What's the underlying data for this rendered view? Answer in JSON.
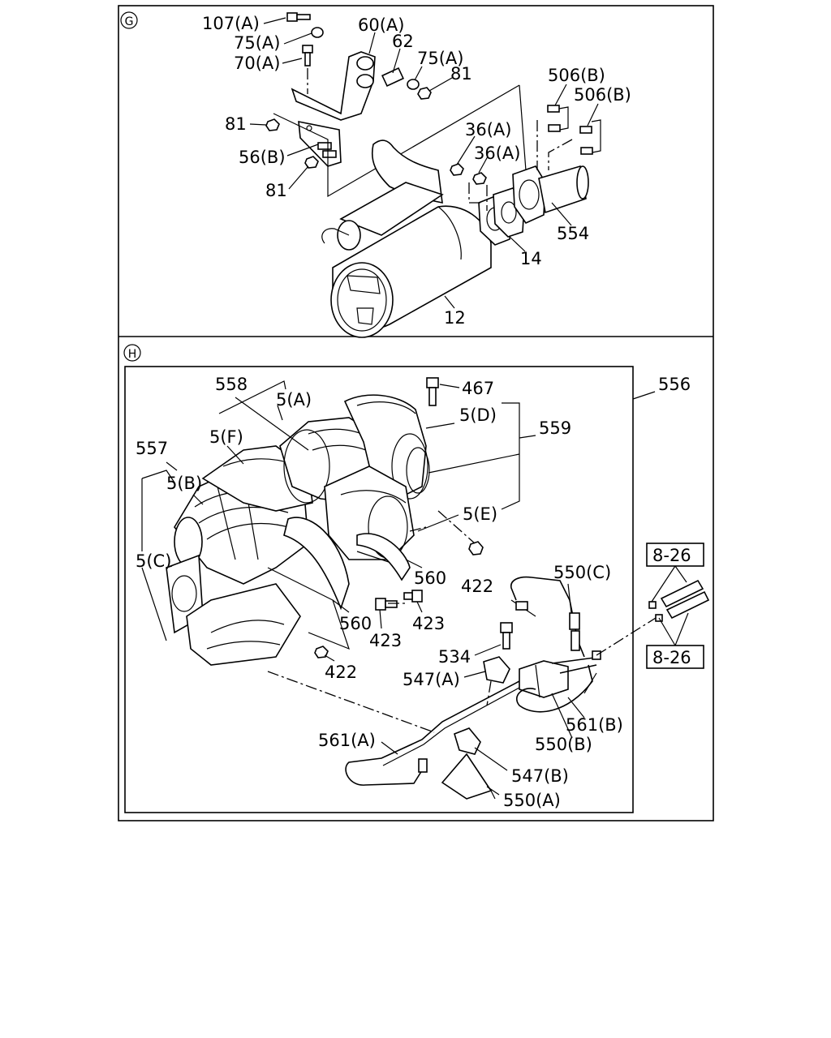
{
  "sections": {
    "g": {
      "marker": "G"
    },
    "h": {
      "marker": "H"
    }
  },
  "labels_g": {
    "l107a": "107(A)",
    "l75a_1": "75(A)",
    "l70a": "70(A)",
    "l60a": "60(A)",
    "l62": "62",
    "l75a_2": "75(A)",
    "l81_1": "81",
    "l81_2": "81",
    "l56b": "56(B)",
    "l81_3": "81",
    "l36a_1": "36(A)",
    "l36a_2": "36(A)",
    "l506b_1": "506(B)",
    "l506b_2": "506(B)",
    "l554": "554",
    "l14": "14",
    "l12": "12"
  },
  "labels_h": {
    "l558": "558",
    "l5a": "5(A)",
    "l467": "467",
    "l556": "556",
    "l5d": "5(D)",
    "l559": "559",
    "l557": "557",
    "l5f": "5(F)",
    "l5b": "5(B)",
    "l5e": "5(E)",
    "l5c": "5(C)",
    "l560_1": "560",
    "l422_1": "422",
    "l550c": "550(C)",
    "l8_26_1": "8-26",
    "l560_2": "560",
    "l423_1": "423",
    "l423_2": "423",
    "l534": "534",
    "l547a": "547(A)",
    "l422_2": "422",
    "l561b": "561(B)",
    "l550b": "550(B)",
    "l8_26_2": "8-26",
    "l561a": "561(A)",
    "l547b": "547(B)",
    "l550a": "550(A)"
  }
}
